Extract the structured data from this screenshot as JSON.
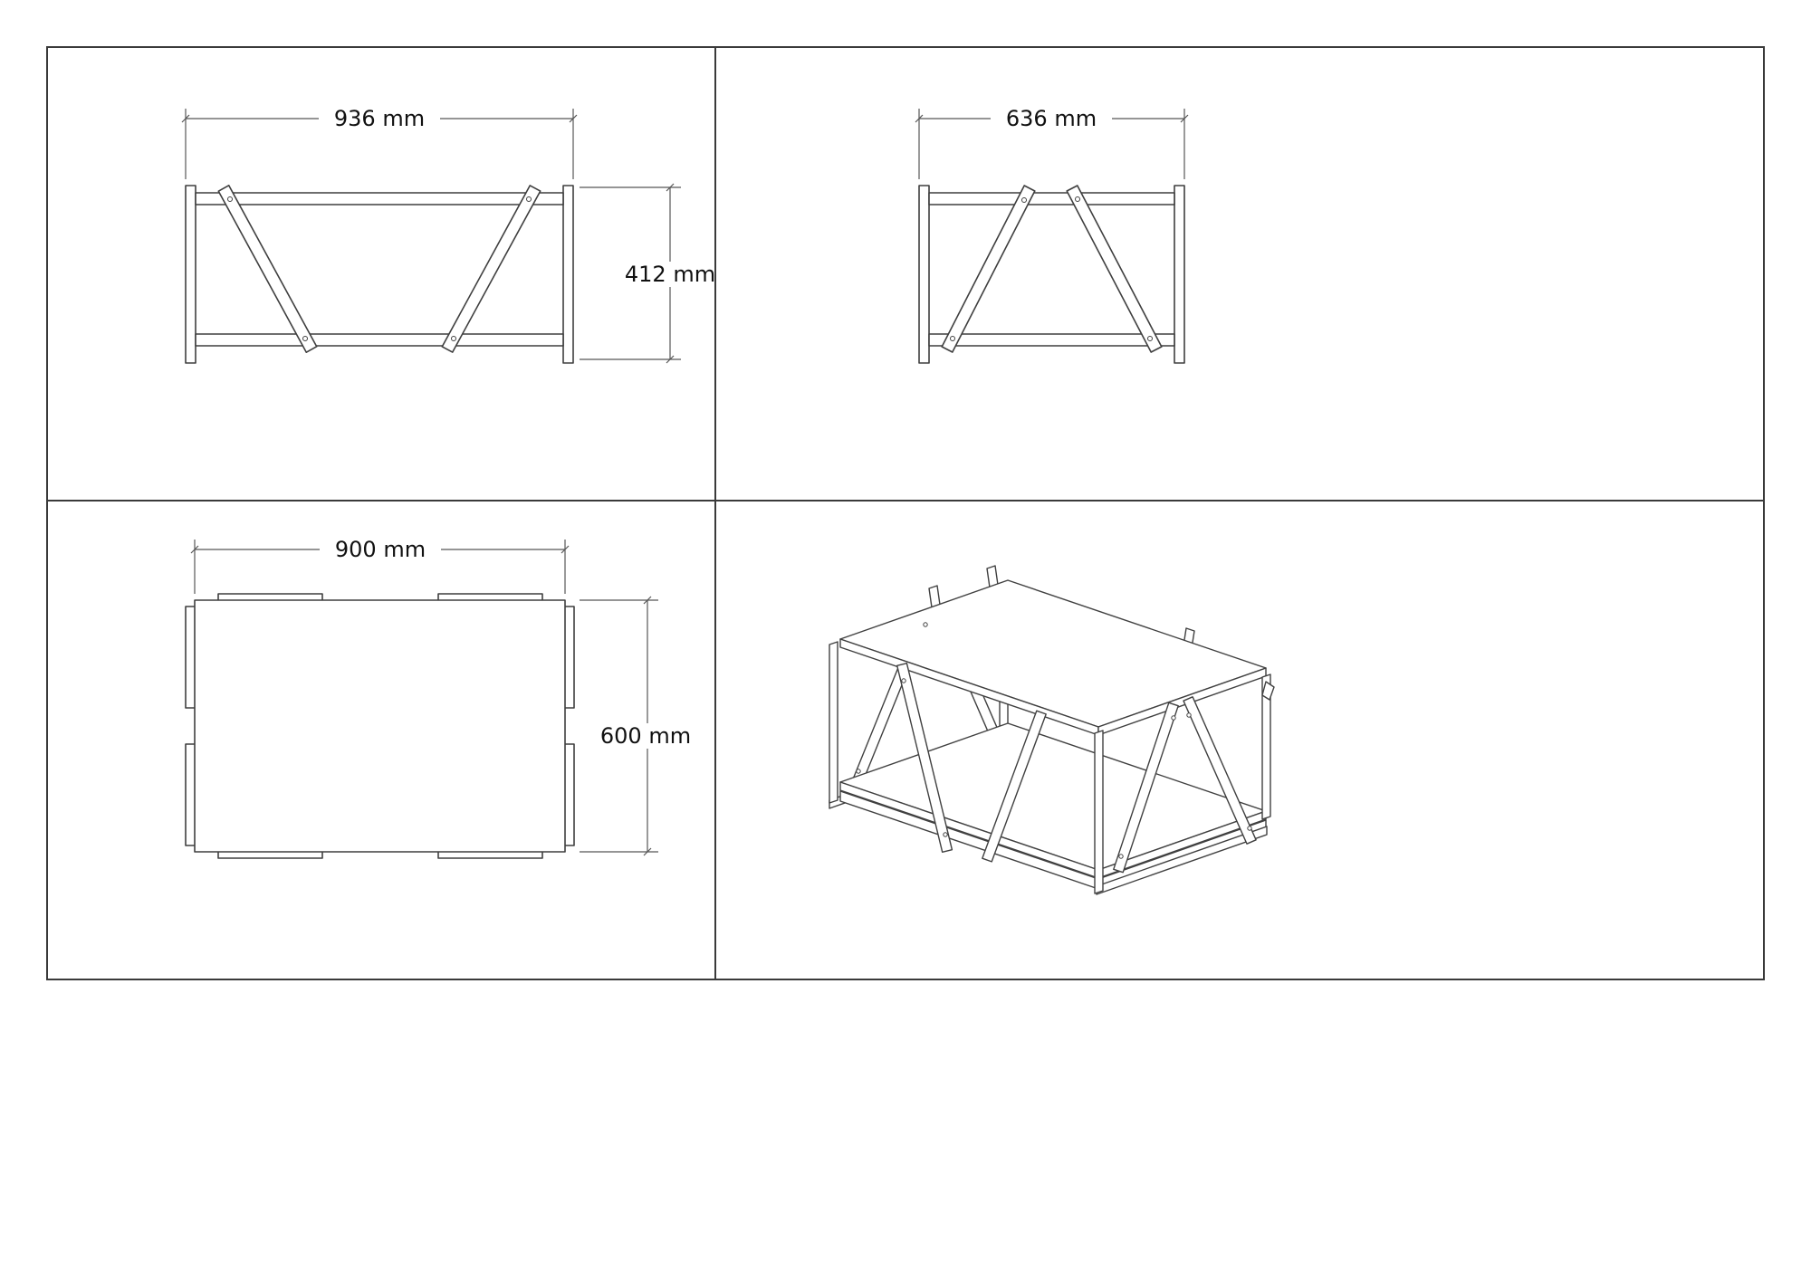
{
  "sheet": {
    "background": "#ffffff",
    "line_color": "#3f3f3f",
    "dimension_line_color": "#565656",
    "text_color": "#111111"
  },
  "views": {
    "front": {
      "width_label": "936 mm",
      "height_label": "412 mm"
    },
    "side": {
      "width_label": "636 mm"
    },
    "top": {
      "width_label": "900 mm",
      "depth_label": "600 mm"
    }
  }
}
